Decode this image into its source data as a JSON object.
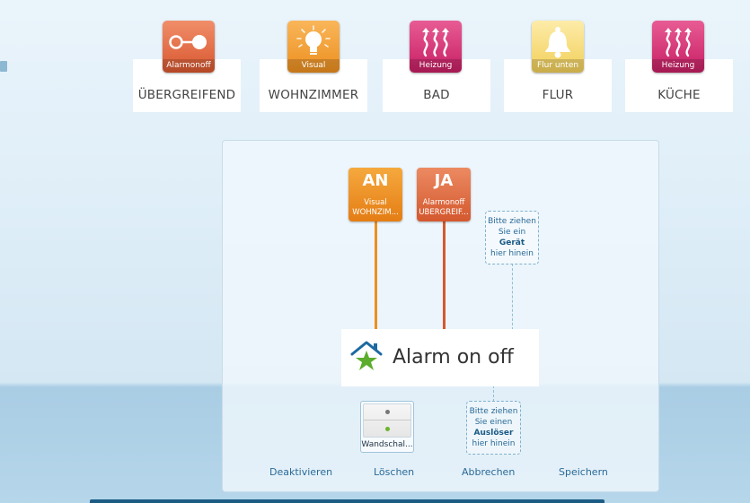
{
  "rooms": [
    {
      "name": "ÜBERGREIFEND",
      "tile_caption": "Alarmonoff",
      "icon": "toggle-switch-icon"
    },
    {
      "name": "WOHNZIMMER",
      "tile_caption": "Visual",
      "icon": "light-bulb-icon"
    },
    {
      "name": "BAD",
      "tile_caption": "Heizung",
      "icon": "heating-icon"
    },
    {
      "name": "FLUR",
      "tile_caption": "Flur unten",
      "icon": "bell-icon"
    },
    {
      "name": "KÜCHE",
      "tile_caption": "Heizung",
      "icon": "heating-icon"
    }
  ],
  "actors": [
    {
      "state": "AN",
      "line1": "Visual",
      "line2": "WOHNZIM...",
      "color": "#ec8f1f"
    },
    {
      "state": "JA",
      "line1": "Alarmonoff",
      "line2": "ÜBERGREIF...",
      "color": "#d8572f"
    }
  ],
  "device_drop": {
    "line1": "Bitte ziehen",
    "line2": "Sie ein",
    "bold": "Gerät",
    "line4": "hier hinein"
  },
  "scene": {
    "title": "Alarm on off",
    "icon": "home-star-icon"
  },
  "trigger": {
    "label": "Wandschal..."
  },
  "trigger_drop": {
    "line1": "Bitte ziehen",
    "line2": "Sie einen",
    "bold": "Auslöser",
    "line4": "hier hinein"
  },
  "actions": {
    "deactivate": "Deaktivieren",
    "delete": "Löschen",
    "cancel": "Abbrechen",
    "save": "Speichern"
  },
  "colors": {
    "accent": "#2a6a97",
    "orange": "#ec8f1f",
    "red": "#d8572f",
    "pink": "#c71e63",
    "yellow": "#f1cf58"
  }
}
